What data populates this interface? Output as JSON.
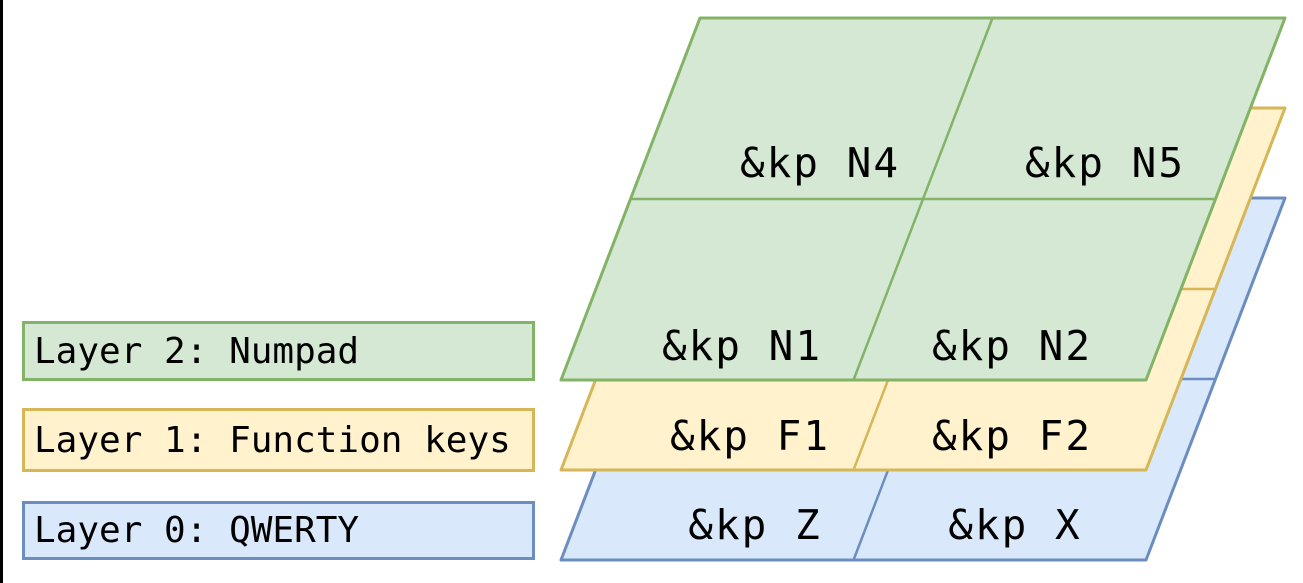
{
  "diagram": {
    "type": "keyboard-layer-stack",
    "background": "#ffffff",
    "frame_color": "#000000",
    "text_color": "#000000",
    "layers": [
      {
        "index": 2,
        "label": "Layer 2: Numpad",
        "fill": "#d5e8d4",
        "stroke": "#82b366",
        "keys": [
          "&kp N4",
          "&kp N5",
          "&kp N1",
          "&kp N2"
        ]
      },
      {
        "index": 1,
        "label": "Layer 1: Function keys",
        "fill": "#fff2cc",
        "stroke": "#d6b656",
        "keys": [
          "&kp F1",
          "&kp F2"
        ]
      },
      {
        "index": 0,
        "label": "Layer 0: QWERTY",
        "fill": "#dae8fc",
        "stroke": "#6c8ebf",
        "keys": [
          "&kp Z",
          "&kp X"
        ]
      }
    ]
  }
}
